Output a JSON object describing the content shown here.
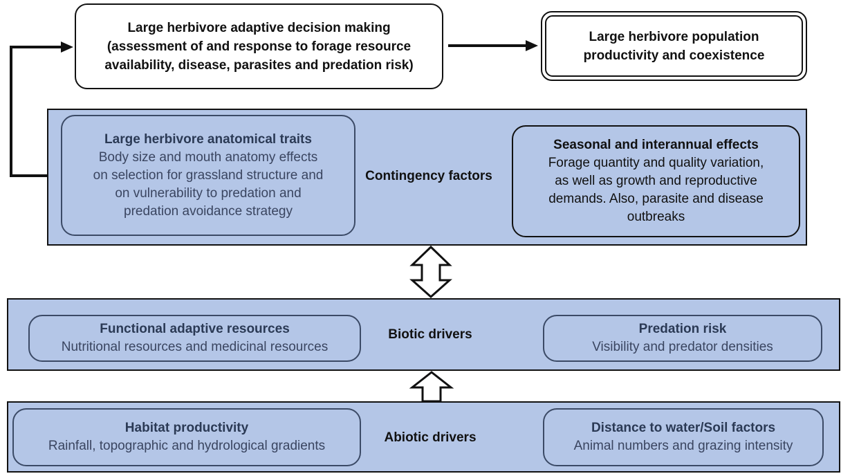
{
  "top": {
    "decision_box": [
      "Large herbivore adaptive decision making",
      "(assessment of and response to forage resource",
      "availability, disease, parasites and predation risk)"
    ],
    "population_box": [
      "Large herbivore population",
      "productivity and coexistence"
    ]
  },
  "contingency": {
    "label": "Contingency factors",
    "left": {
      "title": "Large herbivore anatomical traits",
      "lines": [
        "Body size and mouth anatomy effects",
        "on selection for grassland structure and",
        "on vulnerability to predation and",
        "predation avoidance strategy"
      ]
    },
    "right": {
      "title": "Seasonal and interannual effects",
      "lines": [
        "Forage quantity and quality variation,",
        "as well as growth and reproductive",
        "demands. Also, parasite and disease",
        "outbreaks"
      ]
    }
  },
  "biotic": {
    "label": "Biotic drivers",
    "left": {
      "title": "Functional adaptive resources",
      "body": "Nutritional resources and medicinal resources"
    },
    "right": {
      "title": "Predation risk",
      "body": "Visibility and predator densities"
    }
  },
  "abiotic": {
    "label": "Abiotic drivers",
    "left": {
      "title": "Habitat productivity",
      "body": "Rainfall, topographic and hydrological gradients"
    },
    "right": {
      "title": "Distance to water/Soil factors",
      "body": "Animal numbers and grazing intensity"
    }
  }
}
